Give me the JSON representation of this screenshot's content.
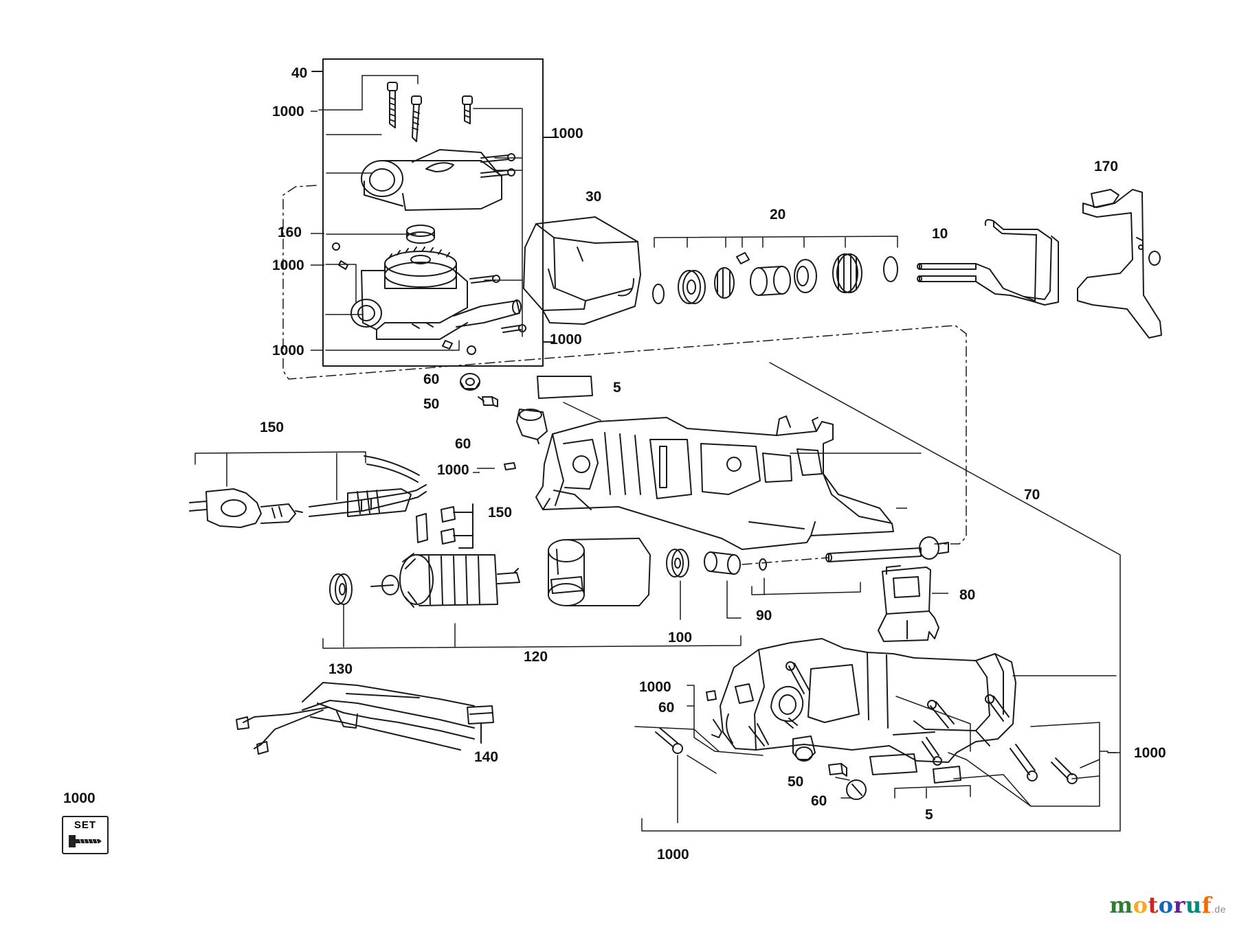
{
  "labels": {
    "l40": "40",
    "l1000_screws": "1000",
    "l1000_top_right": "1000",
    "l160": "160",
    "l1000_mid_left": "1000",
    "l1000_gearbox_right": "1000",
    "l1000_lower_left": "1000",
    "l30": "30",
    "l20": "20",
    "l10": "10",
    "l170": "170",
    "l60_top": "60",
    "l5_top": "5",
    "l50_top": "50",
    "l150_cord": "150",
    "l60_brush": "60",
    "l1000_brush": "1000",
    "l150_clamp": "150",
    "l70": "70",
    "l80": "80",
    "l90": "90",
    "l100": "100",
    "l120": "120",
    "l130": "130",
    "l140": "140",
    "l1000_housing_a": "1000",
    "l60_housing": "60",
    "l1000_housing_right": "1000",
    "l50_bottom": "50",
    "l60_bottom": "60",
    "l5_bottom": "5",
    "l1000_bottom": "1000",
    "l1000_set": "1000"
  },
  "set_icon": {
    "text": "SET"
  },
  "watermark": {
    "m": "m",
    "o1": "o",
    "t": "t",
    "o2": "o",
    "r": "r",
    "u": "u",
    "f": "f",
    "suffix": ".de",
    "colors": [
      "#2e7d32",
      "#f9a825",
      "#c62828",
      "#1565c0",
      "#6a1b9a",
      "#00897b",
      "#ef6c00"
    ]
  }
}
